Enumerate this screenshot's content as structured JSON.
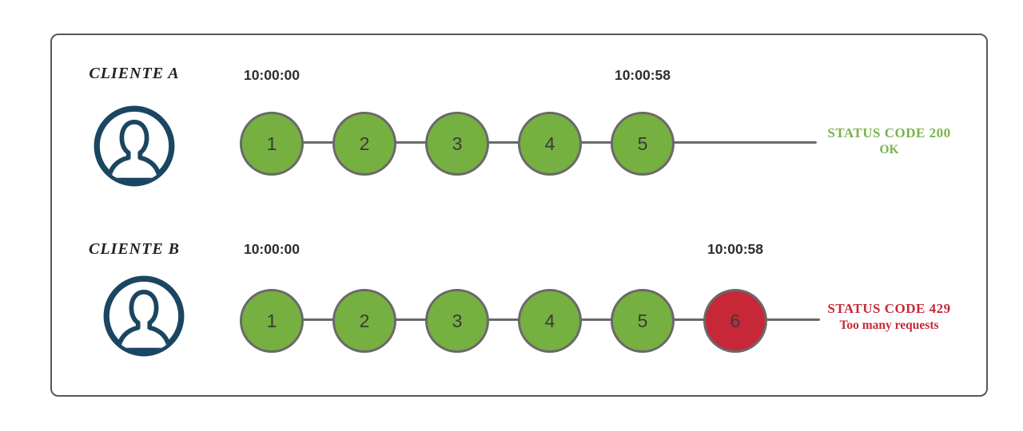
{
  "colors": {
    "circle_ok_fill": "#76b041",
    "circle_blocked_fill": "#c62838",
    "line_gray": "#696969",
    "frame_gray": "#56585b",
    "avatar_navy": "#1b4662",
    "status_ok_text": "#77b34c",
    "status_blocked_text": "#c62a38"
  },
  "rows": [
    {
      "client_label": "CLIENTE A",
      "start_time": "10:00:00",
      "end_time": "10:00:58",
      "requests": [
        {
          "label": "1",
          "state": "ok"
        },
        {
          "label": "2",
          "state": "ok"
        },
        {
          "label": "3",
          "state": "ok"
        },
        {
          "label": "4",
          "state": "ok"
        },
        {
          "label": "5",
          "state": "ok"
        }
      ],
      "status_line1": "STATUS CODE 200",
      "status_line2": "OK",
      "status_color": "#77b34c"
    },
    {
      "client_label": "CLIENTE B",
      "start_time": "10:00:00",
      "end_time": "10:00:58",
      "requests": [
        {
          "label": "1",
          "state": "ok"
        },
        {
          "label": "2",
          "state": "ok"
        },
        {
          "label": "3",
          "state": "ok"
        },
        {
          "label": "4",
          "state": "ok"
        },
        {
          "label": "5",
          "state": "ok"
        },
        {
          "label": "6",
          "state": "rate_limited"
        }
      ],
      "status_line1": "STATUS CODE 429",
      "status_line2": "Too many requests",
      "status_color": "#c62a38"
    }
  ]
}
